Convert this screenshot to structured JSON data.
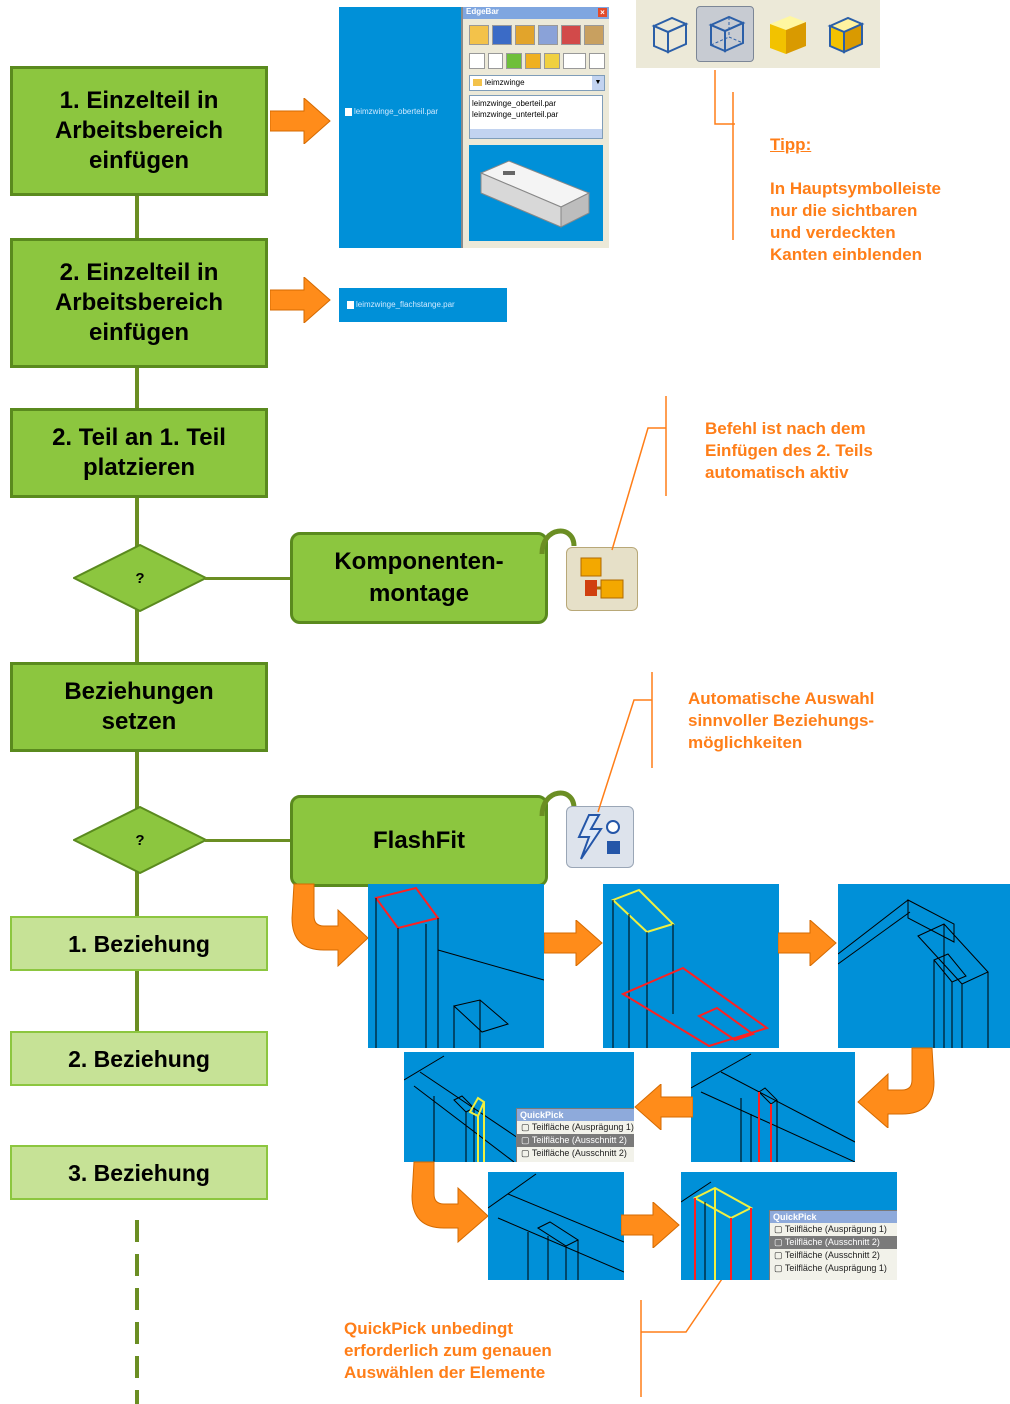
{
  "flow": {
    "step1": "1. Einzelteil in\nArbeitsbereich\neinfügen",
    "step2": "2. Einzelteil in\nArbeitsbereich\neinfügen",
    "step3": "2. Teil an 1. Teil\nplatzieren",
    "step4": "Beziehungen\nsetzen",
    "rel1": "1. Beziehung",
    "rel2": "2. Beziehung",
    "rel3": "3. Beziehung",
    "decision_q": "?"
  },
  "commands": {
    "komponentenmontage": "Komponenten-\nmontage",
    "flashfit": "FlashFit"
  },
  "notes": {
    "tipp_title": "Tipp:",
    "tipp_body": "In Hauptsymbolleiste\nnur die sichtbaren\nund verdeckten\nKanten einblenden",
    "befehl": "Befehl ist nach dem\nEinfügen des 2. Teils\nautomatisch aktiv",
    "auto": "Automatische Auswahl\nsinnvoller Beziehungs-\nmöglichkeiten",
    "quickpick": "QuickPick unbedingt\nerforderlich zum genauen\nAuswählen der Elemente"
  },
  "edgebar": {
    "title": "EdgeBar",
    "folder": "leimzwinge",
    "files": [
      "leimzwinge_oberteil.par",
      "leimzwinge_unterteil.par"
    ],
    "workspace_file": "leimzwinge_oberteil.par"
  },
  "workspace2_file": "leimzwinge_flachstange.par",
  "quickpick_small": {
    "title": "QuickPick",
    "rows": [
      "Teilfläche (Ausprägung 1)",
      "Teilfläche (Ausschnitt 2)",
      "Teilfläche (Ausschnitt 2)"
    ]
  },
  "quickpick_large": {
    "title": "QuickPick",
    "rows": [
      "Teilfläche (Ausprägung 1)",
      "Teilfläche (Ausschnitt 2)",
      "Teilfläche (Ausschnitt 2)",
      "Teilfläche (Ausprägung 1)"
    ]
  },
  "colors": {
    "box_green": "#8cc63f",
    "box_light": "#c6e296",
    "accent_orange": "#ff7e18",
    "screen_blue": "#0090d8"
  },
  "icons": [
    "wireframe-cube-icon",
    "visible-hidden-edges-cube-icon",
    "shaded-cube-icon",
    "shaded-visible-edges-cube-icon",
    "assemble-icon",
    "flashfit-icon"
  ]
}
